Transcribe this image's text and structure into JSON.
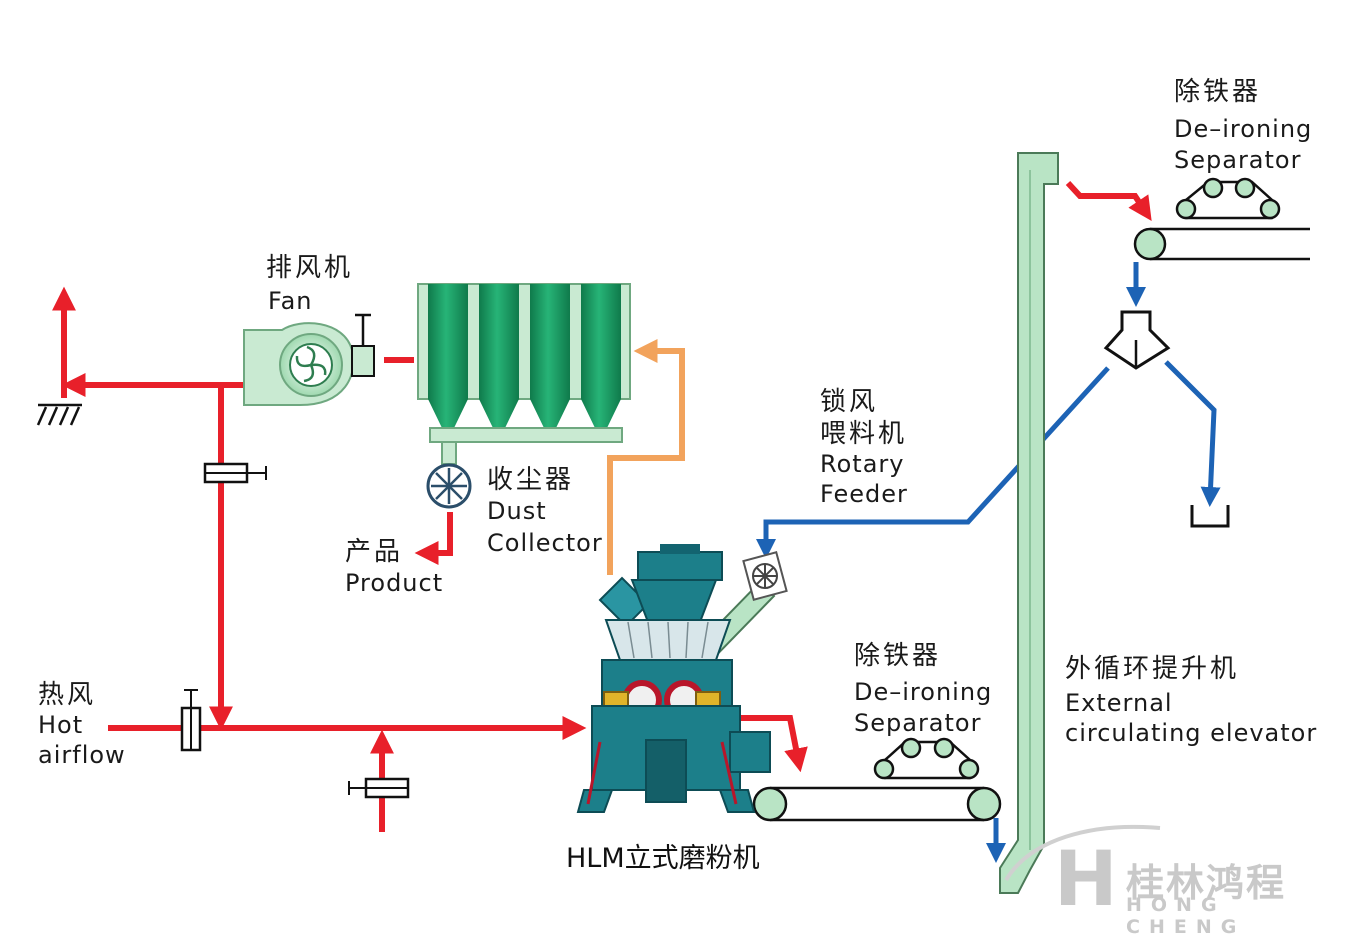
{
  "labels": {
    "fan_zh": "排风机",
    "fan_en": "Fan",
    "dust_zh": "收尘器",
    "dust_en_1": "Dust",
    "dust_en_2": "Collector",
    "product_zh": "产品",
    "product_en": "Product",
    "hot_zh": "热风",
    "hot_en_1": "Hot",
    "hot_en_2": "airflow",
    "feeder_zh_1": "锁风",
    "feeder_zh_2": "喂料机",
    "feeder_en_1": "Rotary",
    "feeder_en_2": "Feeder",
    "deiron_top_zh": "除铁器",
    "deiron_top_en_1": "De–ironing",
    "deiron_top_en_2": "Separator",
    "deiron_bottom_zh": "除铁器",
    "deiron_bottom_en_1": "De–ironing",
    "deiron_bottom_en_2": "Separator",
    "elevator_zh": "外循环提升机",
    "elevator_en_1": "External",
    "elevator_en_2": "circulating elevator",
    "mill_title": "HLM立式磨粉机"
  },
  "logo": {
    "letter": "H",
    "zh": "桂林鸿程",
    "en": "HONG CHENG"
  },
  "colors": {
    "hot_air": "#e8202a",
    "material": "#1d63b5",
    "product_air": "#f2a35c",
    "equipment_green": "#b9e4c5",
    "collector_green": "#1e9a63",
    "mill_teal": "#1c7f8a",
    "logo_gray": "#c9c9c9"
  }
}
